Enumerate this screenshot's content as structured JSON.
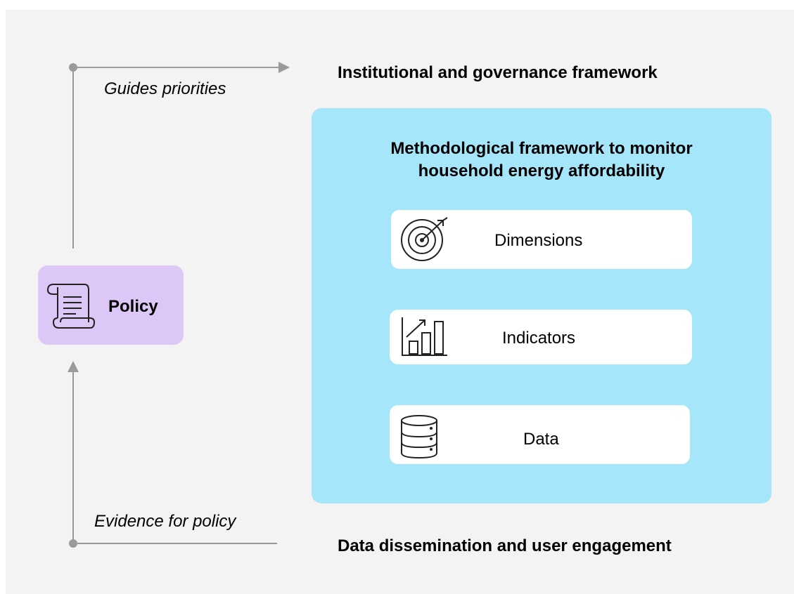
{
  "labels": {
    "guides": "Guides priorities",
    "institutional": "Institutional and governance framework",
    "method_title_line1": "Methodological framework to monitor",
    "method_title_line2": "household energy affordability",
    "evidence": "Evidence for policy",
    "dissemination": "Data dissemination and user engagement",
    "policy": "Policy"
  },
  "cards": {
    "dimensions": "Dimensions",
    "indicators": "Indicators",
    "data": "Data"
  },
  "icons": {
    "dimensions": "target-icon",
    "indicators": "bar-chart-growth-icon",
    "data": "database-icon",
    "policy": "scroll-document-icon"
  },
  "colors": {
    "background": "#f3f3f3",
    "panel": "#a6e6fb",
    "policy_box": "#dcc7f6",
    "connector": "#9a9a9a"
  }
}
